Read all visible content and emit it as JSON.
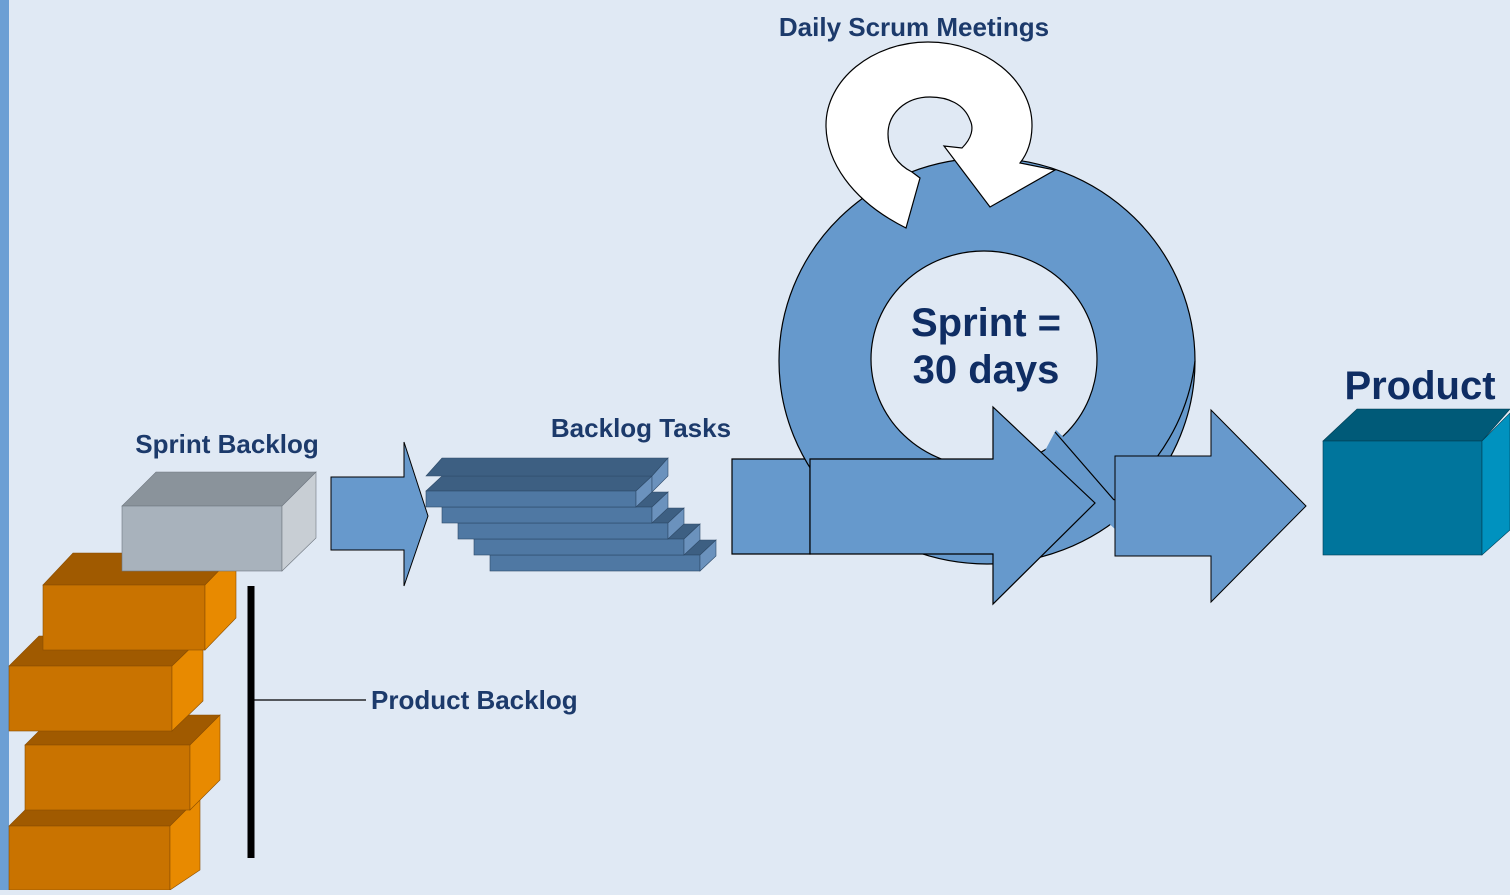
{
  "labels": {
    "daily_scrum": "Daily Scrum Meetings",
    "sprint_line1": "Sprint =",
    "sprint_line2": "30 days",
    "product": "Product",
    "sprint_backlog": "Sprint Backlog",
    "backlog_tasks": "Backlog Tasks",
    "product_backlog": "Product Backlog"
  },
  "colors": {
    "background": "#e0e9f4",
    "left_strip": "#6c9fd4",
    "label_text": "#1c3a6b",
    "sprint_text": "#0f2d63",
    "arrow_fill": "#6799cc",
    "cycle_fill": "#6699cc",
    "loop_fill": "#ffffff",
    "brick_front": "#c97300",
    "brick_top": "#a05a00",
    "brick_side": "#e88a00",
    "gray_front": "#a8b2bc",
    "gray_top": "#8a939b",
    "gray_side": "#c8ced4",
    "task_front": "#4f78a3",
    "task_top": "#3d5f82",
    "task_side": "#6b92bd",
    "product_front": "#00759c",
    "product_top": "#005a78",
    "product_side": "#0092bf"
  }
}
